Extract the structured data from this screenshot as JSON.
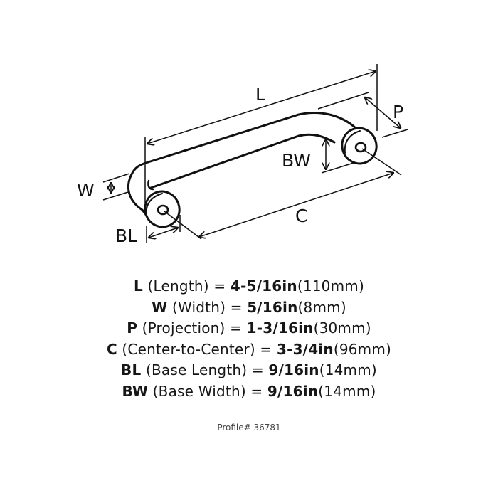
{
  "diagram": {
    "title": "Cabinet pull handle dimension diagram",
    "labels": {
      "L": "L",
      "P": "P",
      "BW": "BW",
      "W": "W",
      "C": "C",
      "BL": "BL"
    },
    "line_color": "#111111",
    "background": "#ffffff"
  },
  "specs": [
    {
      "code": "L",
      "desc": "(Length)",
      "eq": "=",
      "value": "4-5/16in",
      "metric": "(110mm)"
    },
    {
      "code": "W",
      "desc": "(Width)",
      "eq": "=",
      "value": "5/16in",
      "metric": "(8mm)"
    },
    {
      "code": "P",
      "desc": "(Projection)",
      "eq": "=",
      "value": "1-3/16in",
      "metric": "(30mm)"
    },
    {
      "code": "C",
      "desc": "(Center-to-Center)",
      "eq": "=",
      "value": "3-3/4in",
      "metric": "(96mm)"
    },
    {
      "code": "BL",
      "desc": "(Base Length)",
      "eq": "=",
      "value": "9/16in",
      "metric": "(14mm)"
    },
    {
      "code": "BW",
      "desc": "(Base Width)",
      "eq": "=",
      "value": "9/16in",
      "metric": "(14mm)"
    }
  ],
  "profile": "Profile# 36781"
}
